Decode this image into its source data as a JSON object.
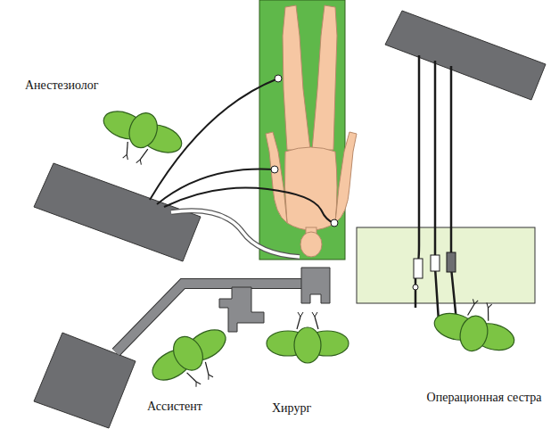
{
  "diagram": {
    "labels": [
      "Анестезиолог",
      "Ассистент",
      "Хирург",
      "Операционная сестра"
    ]
  }
}
